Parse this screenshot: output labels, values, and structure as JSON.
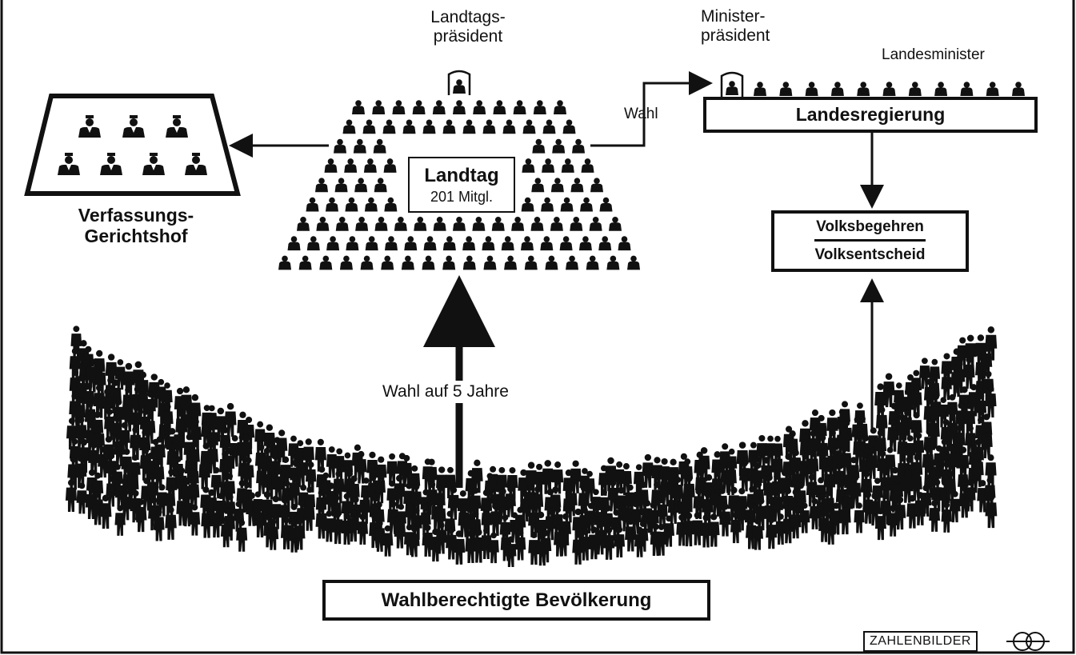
{
  "labels": {
    "landtagspraesident": "Landtags-\npräsident",
    "ministerpraesident": "Minister-\npräsident",
    "landesminister": "Landesminister",
    "wahl": "Wahl",
    "landtag_title": "Landtag",
    "landtag_members": "201 Mitgl.",
    "landesregierung": "Landesregierung",
    "verfassungsgerichtshof": "Verfassungs-\nGerichtshof",
    "volksbegehren": "Volksbegehren",
    "volksentscheid": "Volksentscheid",
    "wahl_auf_5_jahre": "Wahl auf 5 Jahre",
    "bevoelkerung": "Wahlberechtigte Bevölkerung",
    "logo": "ZAHLENBILDER"
  },
  "icons": {
    "seated_figure": "seated-person-icon",
    "standing_figure": "standing-person-icon",
    "president_seat": "presiding-chair-icon",
    "arrow": "arrow-icon",
    "logo_mark": "double-circle-logo-icon"
  },
  "colors": {
    "ink": "#111111",
    "paper": "#ffffff"
  }
}
